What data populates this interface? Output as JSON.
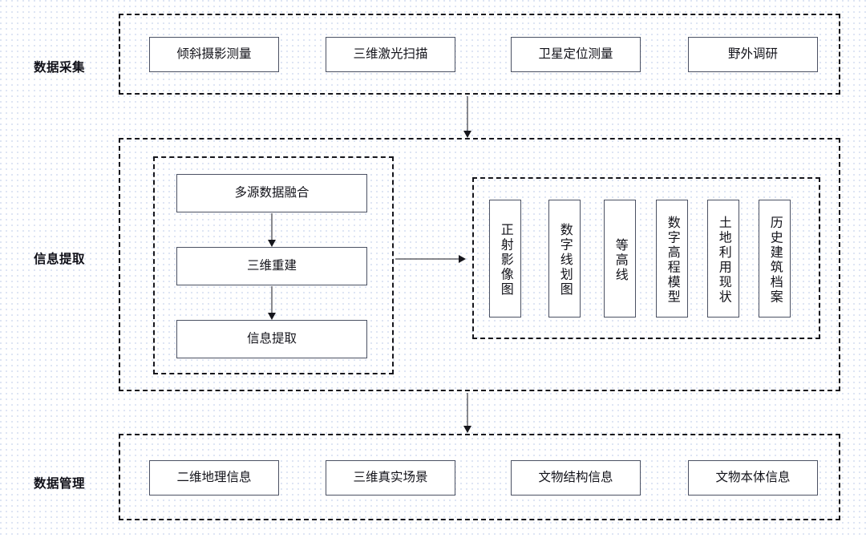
{
  "diagram": {
    "title": "Heritage data acquisition / information extraction / data management workflow",
    "colors": {
      "background": "#ffffff",
      "grid_dot": "#d3dcf0",
      "dashed_border": "#16161c",
      "node_border": "#4b5163",
      "node_fill": "#ffffff",
      "text": "#121219",
      "arrow": "#16161c"
    },
    "stages": [
      {
        "id": "acquisition",
        "label": "数据采集",
        "nodes": [
          {
            "label": "倾斜摄影测量"
          },
          {
            "label": "三维激光扫描"
          },
          {
            "label": "卫星定位测量"
          },
          {
            "label": "野外调研"
          }
        ]
      },
      {
        "id": "extraction",
        "label": "信息提取",
        "process_nodes": [
          {
            "label": "多源数据融合"
          },
          {
            "label": "三维重建"
          },
          {
            "label": "信息提取"
          }
        ],
        "product_nodes": [
          {
            "label": "正射影像图"
          },
          {
            "label": "数字线划图"
          },
          {
            "label": "等高线"
          },
          {
            "label": "数字高程模型"
          },
          {
            "label": "土地利用现状"
          },
          {
            "label": "历史建筑档案"
          }
        ]
      },
      {
        "id": "management",
        "label": "数据管理",
        "nodes": [
          {
            "label": "二维地理信息"
          },
          {
            "label": "三维真实场景"
          },
          {
            "label": "文物结构信息"
          },
          {
            "label": "文物本体信息"
          }
        ]
      }
    ],
    "connectors": [
      {
        "id": "acquisition-to-extraction",
        "direction": "down"
      },
      {
        "id": "process-to-products",
        "direction": "right"
      },
      {
        "id": "extraction-to-management",
        "direction": "down"
      }
    ]
  }
}
